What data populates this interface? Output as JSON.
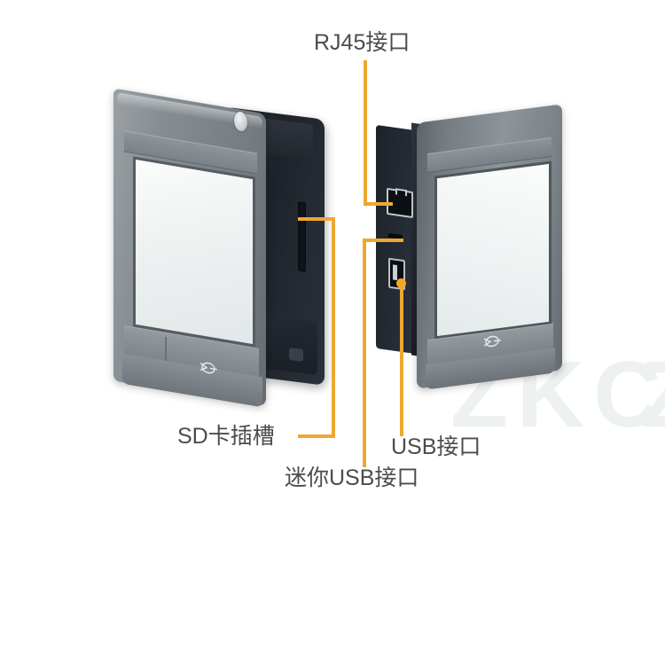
{
  "image": {
    "kind": "product-photo",
    "subject": "industrial HMI touch panel, two units shown in profile",
    "background_color": "#ffffff"
  },
  "watermark": {
    "text": "ZKC",
    "edge_text": "Z",
    "color": "#eef1f2"
  },
  "callouts": [
    {
      "id": "rj45",
      "label": "RJ45接口",
      "target": "rj45-port",
      "label_color": "#4c4c4c",
      "line_color": "#eda832"
    },
    {
      "id": "sd",
      "label": "SD卡插槽",
      "target": "sd-card-slot",
      "label_color": "#4c4c4c",
      "line_color": "#eda832"
    },
    {
      "id": "usb",
      "label": "USB接口",
      "target": "usb-port",
      "label_color": "#4c4c4c",
      "line_color": "#eda832"
    },
    {
      "id": "mini_usb",
      "label": "迷你USB接口",
      "target": "mini-usb-port",
      "label_color": "#4c4c4c",
      "line_color": "#eda832"
    }
  ],
  "devices": {
    "left": {
      "name": "touch-panel-front-view",
      "bezel_color": "#7d848a",
      "screen_color": "#f1f4f4",
      "rear_body_color": "#242932",
      "features": [
        "sd-card-slot",
        "logo-badge",
        "bottom-panel-emblem"
      ]
    },
    "right": {
      "name": "touch-panel-side-view",
      "bezel_color": "#7d848a",
      "screen_color": "#f2f5f5",
      "side_panel_color": "#232831",
      "features": [
        "rj45-port",
        "mini-usb-port",
        "usb-port",
        "bottom-panel-emblem"
      ]
    }
  }
}
